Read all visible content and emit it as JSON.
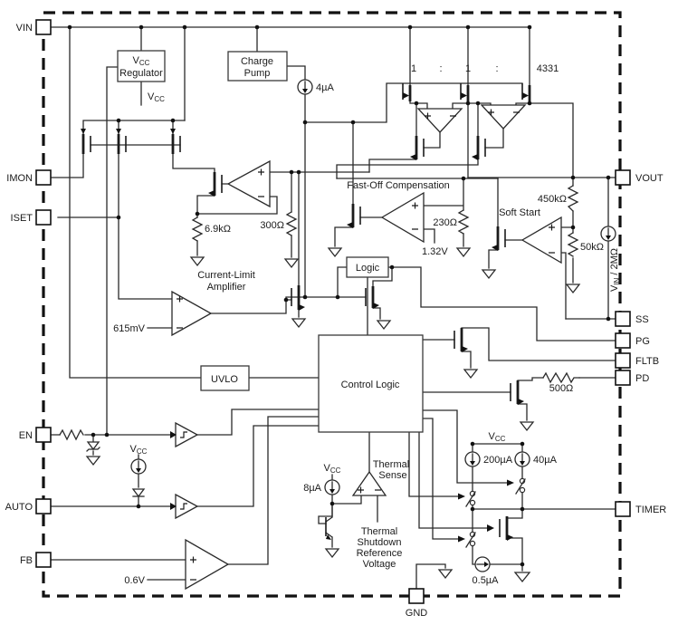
{
  "pins": {
    "vin": "VIN",
    "imon": "IMON",
    "iset": "ISET",
    "en": "EN",
    "auto": "AUTO",
    "fb": "FB",
    "vout": "VOUT",
    "ss": "SS",
    "pg": "PG",
    "fltb": "FLTB",
    "pd": "PD",
    "timer": "TIMER",
    "gnd": "GND"
  },
  "blocks": {
    "vcc_regulator_v": "V",
    "vcc_regulator_sub": "CC",
    "vcc_regulator_line2": "Regulator",
    "charge_pump_line1": "Charge",
    "charge_pump_line2": "Pump",
    "logic": "Logic",
    "control_logic": "Control Logic",
    "uvlo": "UVLO"
  },
  "labels": {
    "vcc_v": "V",
    "vcc_sub": "CC",
    "i_4ua": "4µA",
    "r_6_9k": "6.9kΩ",
    "r_300": "300Ω",
    "v_615mv": "615mV",
    "current_limit_line1": "Current-Limit",
    "current_limit_line2": "Amplifier",
    "fast_off": "Fast-Off Compensation",
    "r_230": "230Ω",
    "v_1_32": "1.32V",
    "soft_start": "Soft Start",
    "r_450k": "450kΩ",
    "r_50k": "50kΩ",
    "vin_2m_v": "V",
    "vin_2m_sub": "IN",
    "vin_2m_rest": " / 2MΩ",
    "r_500": "500Ω",
    "i_200ua": "200µA",
    "i_40ua": "40µA",
    "i_8ua": "8µA",
    "i_0_5ua": "0.5µA",
    "v_0_6": "0.6V",
    "thermal_sense_line1": "Thermal",
    "thermal_sense_line2": "Sense",
    "thermal_ref_line1": "Thermal",
    "thermal_ref_line2": "Shutdown",
    "thermal_ref_line3": "Reference",
    "thermal_ref_line4": "Voltage",
    "ratio_1a": "1",
    "ratio_colon_a": ":",
    "ratio_1b": "1",
    "ratio_colon_b": ":",
    "ratio_4331": "4331"
  }
}
